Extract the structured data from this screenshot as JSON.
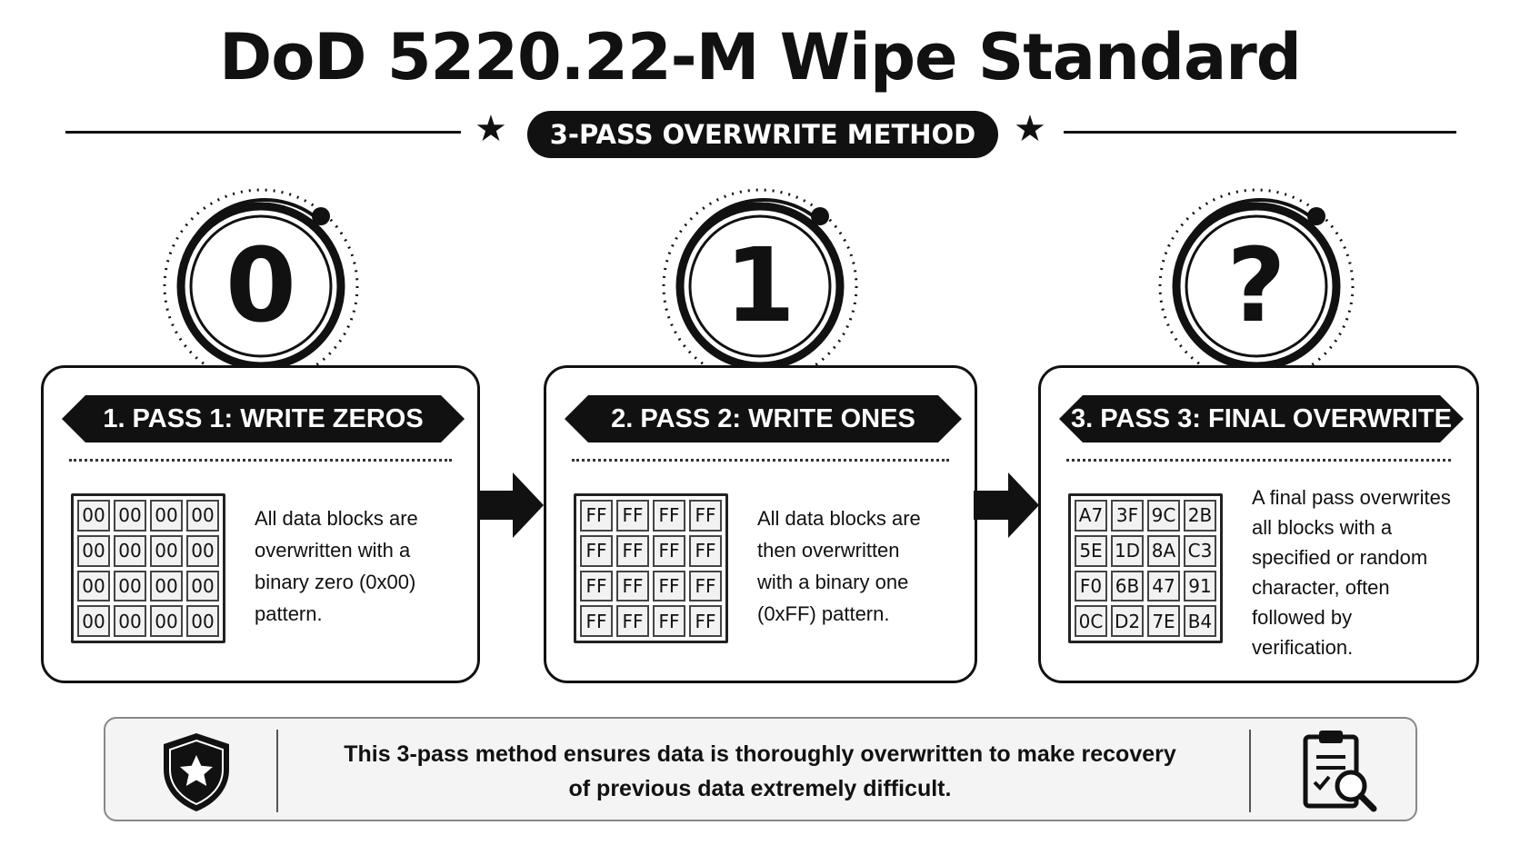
{
  "title": "DoD 5220.22-M Wipe Standard",
  "subtitle": "3-PASS OVERWRITE METHOD",
  "passes": [
    {
      "glyph": "0",
      "heading": "1. PASS 1: WRITE ZEROS",
      "grid": [
        [
          "00",
          "00",
          "00",
          "00"
        ],
        [
          "00",
          "00",
          "00",
          "00"
        ],
        [
          "00",
          "00",
          "00",
          "00"
        ],
        [
          "00",
          "00",
          "00",
          "00"
        ]
      ],
      "description": [
        "All data blocks are",
        "overwritten with a",
        "binary zero (0x00)",
        "pattern."
      ]
    },
    {
      "glyph": "1",
      "heading": "2. PASS 2: WRITE ONES",
      "grid": [
        [
          "FF",
          "FF",
          "FF",
          "FF"
        ],
        [
          "FF",
          "FF",
          "FF",
          "FF"
        ],
        [
          "FF",
          "FF",
          "FF",
          "FF"
        ],
        [
          "FF",
          "FF",
          "FF",
          "FF"
        ]
      ],
      "description": [
        "All data blocks are",
        "then overwritten",
        "with a binary one",
        "(0xFF) pattern."
      ]
    },
    {
      "glyph": "?",
      "heading": "3. PASS 3: FINAL OVERWRITE",
      "grid": [
        [
          "A7",
          "3F",
          "9C",
          "2B"
        ],
        [
          "5E",
          "1D",
          "8A",
          "C3"
        ],
        [
          "F0",
          "6B",
          "47",
          "91"
        ],
        [
          "0C",
          "D2",
          "7E",
          "B4"
        ]
      ],
      "description": [
        "A final pass overwrites",
        "all blocks with a",
        "specified or random",
        "character, often",
        "followed by",
        "verification."
      ]
    }
  ],
  "footer": {
    "line1": "This 3-pass method ensures data is thoroughly overwritten to make recovery",
    "line2": "of previous data extremely difficult.",
    "left_icon": "shield-star-icon",
    "right_icon": "clipboard-search-icon"
  },
  "colors": {
    "ink": "#111111",
    "panel": "#f4f4f4",
    "cell": "#f2f2f2"
  }
}
